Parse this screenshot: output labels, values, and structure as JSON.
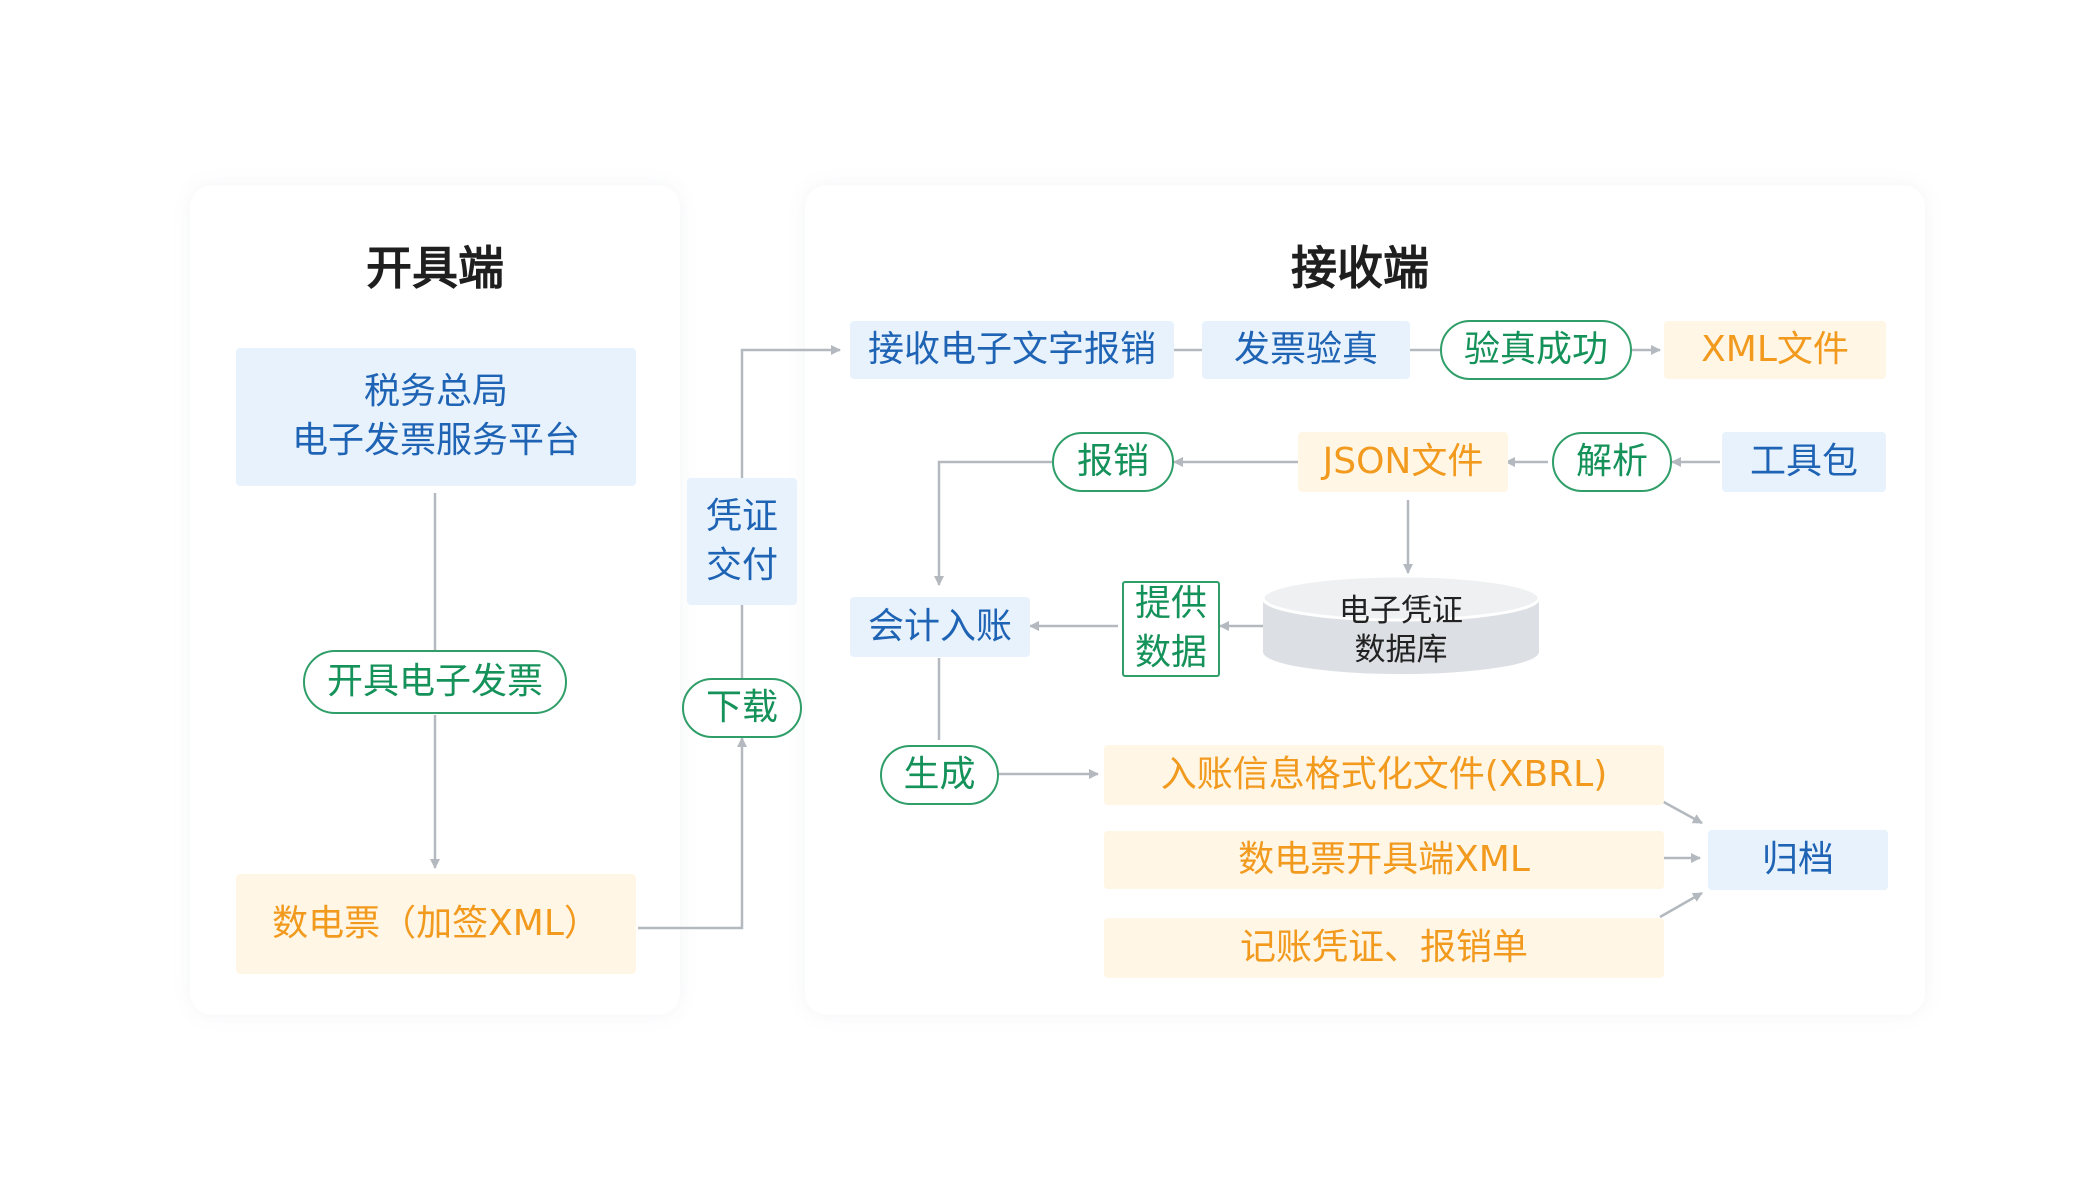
{
  "colors": {
    "blue_text": "#1e63b4",
    "blue_fill": "#e7f2fd",
    "orange_text": "#f29a1e",
    "orange_fill": "#fff6e6",
    "green": "#15915a",
    "arrow": "#b3b9bf"
  },
  "left": {
    "title": "开具端",
    "platform": "税务总局\n电子发票服务平台",
    "issue": "开具电子发票",
    "invoice": "数电票（加签XML）"
  },
  "middle": {
    "delivery": "凭证\n交付",
    "download": "下载"
  },
  "right": {
    "title": "接收端",
    "receive": "接收电子文字报销",
    "verify": "发票验真",
    "verified": "验真成功",
    "xml_file": "XML文件",
    "reimburse": "报销",
    "json_file": "JSON文件",
    "parse": "解析",
    "toolkit": "工具包",
    "accounting": "会计入账",
    "provide_data": "提供\n数据",
    "database": "电子凭证\n数据库",
    "generate": "生成",
    "xbrl_file": "入账信息格式化文件(XBRL)",
    "issuer_xml": "数电票开具端XML",
    "voucher": "记账凭证、报销单",
    "archive": "归档"
  }
}
